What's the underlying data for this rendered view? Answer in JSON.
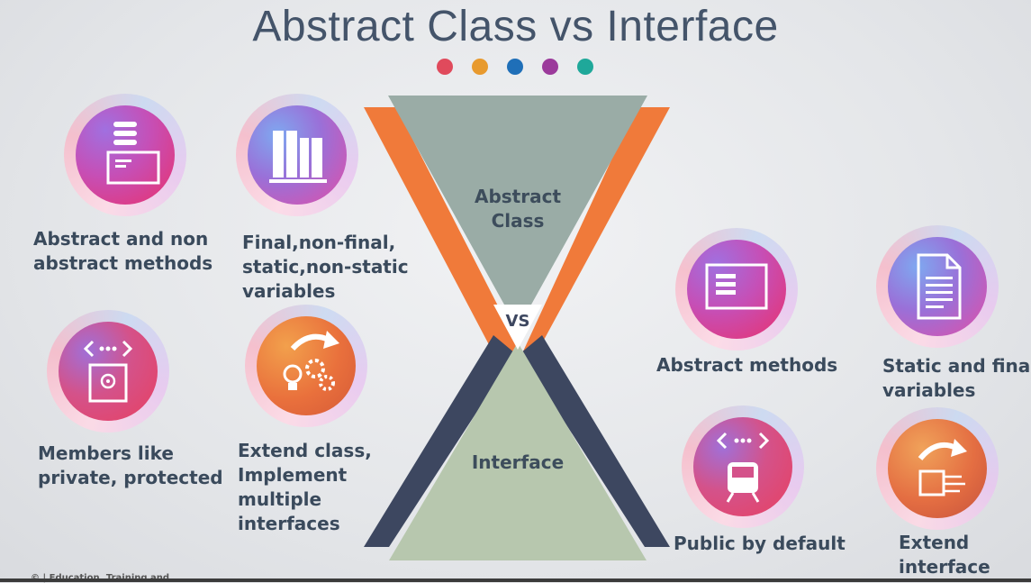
{
  "title": "Abstract Class vs Interface",
  "dots": [
    "#e04a5c",
    "#e89a2e",
    "#1f6fb8",
    "#9b3a9b",
    "#1fa89a"
  ],
  "hourglass": {
    "top_label": "Abstract\nClass",
    "middle_label": "VS",
    "bottom_label": "Interface",
    "colors": {
      "top_fill": "#9aaca6",
      "top_border": "#f07a3a",
      "bottom_fill": "#b7c7ae",
      "bottom_border": "#3d4760"
    }
  },
  "abstract_class_features": [
    {
      "label": "Abstract and non\nabstract methods",
      "icon": "document-window-icon"
    },
    {
      "label": "Final,non-final,\nstatic,non-static\nvariables",
      "icon": "library-books-icon"
    },
    {
      "label": "Members like\nprivate, protected",
      "icon": "safe-code-icon"
    },
    {
      "label": "Extend class,\nImplement\nmultiple\ninterfaces",
      "icon": "lightbulb-gears-icon"
    }
  ],
  "interface_features": [
    {
      "label": "Abstract methods",
      "icon": "window-list-icon"
    },
    {
      "label": "Static and final\nvariables",
      "icon": "document-icon"
    },
    {
      "label": "Public by default",
      "icon": "train-code-icon"
    },
    {
      "label": "Extend\ninterface",
      "icon": "circuit-arrow-icon"
    }
  ],
  "footer_text": "© | Education, Training and"
}
